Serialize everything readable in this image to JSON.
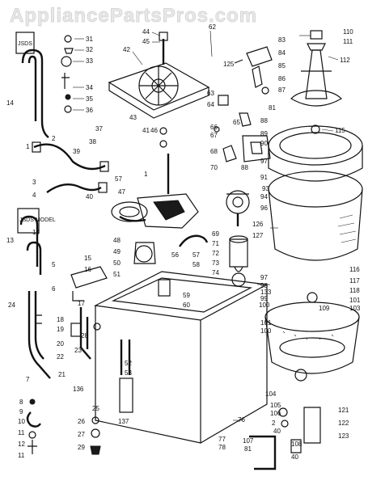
{
  "watermark": "AppliancePartsPros.com",
  "side_labels": {
    "fluid_drain_model_a": "JSDS",
    "fluid_drain_model_b": "JSDS MODEL"
  },
  "callouts": [
    {
      "id": "c31a",
      "label": "31"
    },
    {
      "id": "c32",
      "label": "32"
    },
    {
      "id": "c33",
      "label": "33"
    },
    {
      "id": "c34",
      "label": "34"
    },
    {
      "id": "c35",
      "label": "35"
    },
    {
      "id": "c36",
      "label": "36"
    },
    {
      "id": "c14a",
      "label": "14"
    },
    {
      "id": "c1a",
      "label": "1"
    },
    {
      "id": "c2a",
      "label": "2"
    },
    {
      "id": "c39",
      "label": "39"
    },
    {
      "id": "c3",
      "label": "3"
    },
    {
      "id": "c4",
      "label": "4"
    },
    {
      "id": "c40a",
      "label": "40"
    },
    {
      "id": "c44",
      "label": "44"
    },
    {
      "id": "c45",
      "label": "45"
    },
    {
      "id": "c42",
      "label": "42"
    },
    {
      "id": "c43",
      "label": "43"
    },
    {
      "id": "c41",
      "label": "41"
    },
    {
      "id": "c62",
      "label": "62"
    },
    {
      "id": "c37",
      "label": "37"
    },
    {
      "id": "c38",
      "label": "38"
    },
    {
      "id": "c46",
      "label": "46"
    },
    {
      "id": "c57a",
      "label": "57"
    },
    {
      "id": "c47",
      "label": "47"
    },
    {
      "id": "c1b",
      "label": "1"
    },
    {
      "id": "c48",
      "label": "48"
    },
    {
      "id": "c49",
      "label": "49"
    },
    {
      "id": "c50",
      "label": "50"
    },
    {
      "id": "c51",
      "label": "51"
    },
    {
      "id": "c56",
      "label": "56"
    },
    {
      "id": "c57b",
      "label": "57"
    },
    {
      "id": "c58",
      "label": "58"
    },
    {
      "id": "c59",
      "label": "59"
    },
    {
      "id": "c60",
      "label": "60"
    },
    {
      "id": "c63",
      "label": "63"
    },
    {
      "id": "c64",
      "label": "64"
    },
    {
      "id": "c65",
      "label": "65"
    },
    {
      "id": "c66",
      "label": "66"
    },
    {
      "id": "c67",
      "label": "67"
    },
    {
      "id": "c68",
      "label": "68"
    },
    {
      "id": "c70",
      "label": "70"
    },
    {
      "id": "c83",
      "label": "83"
    },
    {
      "id": "c84",
      "label": "84"
    },
    {
      "id": "c85",
      "label": "85"
    },
    {
      "id": "c86",
      "label": "86"
    },
    {
      "id": "c87",
      "label": "87"
    },
    {
      "id": "c125",
      "label": "125"
    },
    {
      "id": "c81a",
      "label": "81"
    },
    {
      "id": "c88a",
      "label": "88"
    },
    {
      "id": "c89",
      "label": "89"
    },
    {
      "id": "c90",
      "label": "90"
    },
    {
      "id": "c88b",
      "label": "88"
    },
    {
      "id": "c97a",
      "label": "97"
    },
    {
      "id": "c91",
      "label": "91"
    },
    {
      "id": "c93",
      "label": "93"
    },
    {
      "id": "c94",
      "label": "94"
    },
    {
      "id": "c96",
      "label": "96"
    },
    {
      "id": "c126",
      "label": "126"
    },
    {
      "id": "c127",
      "label": "127"
    },
    {
      "id": "c69",
      "label": "69"
    },
    {
      "id": "c71",
      "label": "71"
    },
    {
      "id": "c72",
      "label": "72"
    },
    {
      "id": "c73",
      "label": "73"
    },
    {
      "id": "c74",
      "label": "74"
    },
    {
      "id": "c110",
      "label": "110"
    },
    {
      "id": "c111",
      "label": "111"
    },
    {
      "id": "c112",
      "label": "112"
    },
    {
      "id": "c115",
      "label": "115"
    },
    {
      "id": "c116",
      "label": "116"
    },
    {
      "id": "c117",
      "label": "117"
    },
    {
      "id": "c118",
      "label": "118"
    },
    {
      "id": "c97b",
      "label": "97"
    },
    {
      "id": "c98",
      "label": "98"
    },
    {
      "id": "c133",
      "label": "133"
    },
    {
      "id": "c99",
      "label": "99"
    },
    {
      "id": "c100a",
      "label": "100"
    },
    {
      "id": "c109",
      "label": "109"
    },
    {
      "id": "c101a",
      "label": "101"
    },
    {
      "id": "c103",
      "label": "103"
    },
    {
      "id": "c101b",
      "label": "101"
    },
    {
      "id": "c100b",
      "label": "100"
    },
    {
      "id": "c104",
      "label": "104"
    },
    {
      "id": "c105",
      "label": "105"
    },
    {
      "id": "c106",
      "label": "106"
    },
    {
      "id": "c2b",
      "label": "2"
    },
    {
      "id": "c40b",
      "label": "40"
    },
    {
      "id": "c121",
      "label": "121"
    },
    {
      "id": "c122",
      "label": "122"
    },
    {
      "id": "c123",
      "label": "123"
    },
    {
      "id": "c107",
      "label": "107"
    },
    {
      "id": "c108",
      "label": "108"
    },
    {
      "id": "c81b",
      "label": "81"
    },
    {
      "id": "c40c",
      "label": "40"
    },
    {
      "id": "c76",
      "label": "76"
    },
    {
      "id": "c77",
      "label": "77"
    },
    {
      "id": "c78",
      "label": "78"
    },
    {
      "id": "c13",
      "label": "13"
    },
    {
      "id": "c14b",
      "label": "14"
    },
    {
      "id": "c5",
      "label": "5"
    },
    {
      "id": "c15",
      "label": "15"
    },
    {
      "id": "c16",
      "label": "16"
    },
    {
      "id": "c17",
      "label": "17"
    },
    {
      "id": "c6",
      "label": "6"
    },
    {
      "id": "c24",
      "label": "24"
    },
    {
      "id": "c18",
      "label": "18"
    },
    {
      "id": "c19",
      "label": "19"
    },
    {
      "id": "c20",
      "label": "20"
    },
    {
      "id": "c28",
      "label": "28"
    },
    {
      "id": "c22",
      "label": "22"
    },
    {
      "id": "c23",
      "label": "23"
    },
    {
      "id": "c7",
      "label": "7"
    },
    {
      "id": "c21",
      "label": "21"
    },
    {
      "id": "c136",
      "label": "136"
    },
    {
      "id": "c25",
      "label": "25"
    },
    {
      "id": "c137",
      "label": "137"
    },
    {
      "id": "c52",
      "label": "52"
    },
    {
      "id": "c53",
      "label": "53"
    },
    {
      "id": "c8",
      "label": "8"
    },
    {
      "id": "c9",
      "label": "9"
    },
    {
      "id": "c10",
      "label": "10"
    },
    {
      "id": "c11a",
      "label": "11"
    },
    {
      "id": "c12",
      "label": "12"
    },
    {
      "id": "c11b",
      "label": "11"
    },
    {
      "id": "c26",
      "label": "26"
    },
    {
      "id": "c27",
      "label": "27"
    },
    {
      "id": "c29",
      "label": "29"
    }
  ]
}
